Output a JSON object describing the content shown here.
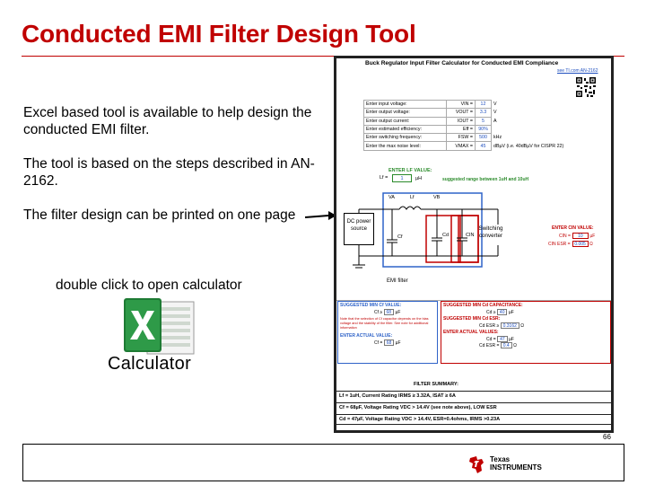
{
  "slide": {
    "title": "Conducted EMI Filter Design Tool",
    "bullets": [
      "Excel based tool is available to help design the conducted EMI filter.",
      "The tool is based on the steps described in AN-2162.",
      "The filter design can be printed on one page"
    ],
    "open_hint": "double click to open calculator",
    "icon_label": "Calculator",
    "page_number": "66",
    "logo_line1": "Texas",
    "logo_line2": "Instruments"
  },
  "calculator": {
    "heading": "Buck Regulator Input Filter Calculator for Conducted EMI Compliance",
    "link": "see TI.com AN-2162",
    "inputs": [
      {
        "label": "Enter input voltage:",
        "symbol": "VIN =",
        "value": "12",
        "unit": "V"
      },
      {
        "label": "Enter output voltage:",
        "symbol": "VOUT =",
        "value": "3.3",
        "unit": "V"
      },
      {
        "label": "Enter output current:",
        "symbol": "IOUT =",
        "value": "5",
        "unit": "A"
      },
      {
        "label": "Enter estimated efficiency:",
        "symbol": "Eff =",
        "value": "90%",
        "unit": ""
      },
      {
        "label": "Enter switching frequency:",
        "symbol": "FSW =",
        "value": "500",
        "unit": "kHz"
      },
      {
        "label": "Enter the max noise level:",
        "symbol": "VMAX =",
        "value": "45",
        "unit": "dBµV (i.e. 40dBµV for CISPR 22)"
      }
    ],
    "enter_lf": "ENTER LF VALUE:",
    "lf_label": "Lf =",
    "lf_value": "1",
    "lf_unit": "µH",
    "lf_range": "suggested range between 1uH and 10uH",
    "node_va": "VA",
    "node_vb": "VB",
    "inductor_label": "Lf",
    "dc_source": "DC power source",
    "cap_cf": "Cf",
    "cap_cd": "Cd",
    "cap_cin": "CIN",
    "switching_converter": "Switching converter",
    "enter_cin": "ENTER CIN VALUE:",
    "cin_label": "CIN =",
    "cin_value": "10",
    "cin_unit": "µF",
    "cin_esr_label": "CIN ESR =",
    "cin_esr_value": "0.005",
    "cin_esr_unit": "Ω",
    "emi_filter": "EMI filter",
    "sug_cf_hdr": "SUGGESTED MIN Cf VALUE:",
    "sug_cf_label": "Cf ≥",
    "sug_cf_value": "68",
    "sug_cf_unit": "µF",
    "cf_note": "Note that the selection of Cf capacitor depends on the bias voltage and the stability of the filter. See note for additional information",
    "enter_actual": "ENTER ACTUAL VALUE:",
    "cf_actual_label": "Cf =",
    "cf_actual_value": "68",
    "cf_actual_unit": "µF",
    "sug_cd_hdr": "SUGGESTED MIN Cd CAPACITANCE:",
    "sug_cd_label": "Cd ≥",
    "sug_cd_value": "40",
    "sug_cd_unit": "µF",
    "sug_esr_hdr": "SUGGESTED MIN Cd ESR:",
    "esr_label": "Cd ESR ≥",
    "esr_value": "0.3162",
    "esr_unit": "Ω",
    "enter_actual_values": "ENTER ACTUAL VALUES:",
    "cd_label": "Cd =",
    "cd_value": "47",
    "cd_unit": "µF",
    "cd_esr_label": "Cd ESR =",
    "cd_esr_value": "0.4",
    "cd_esr_unit": "Ω",
    "summary_title": "FILTER SUMMARY:",
    "summary": [
      "Lf = 1uH, Current Rating IRMS ≥ 3.32A, ISAT ≥ 6A",
      "Cf = 68µF, Voltage Rating VDC > 14.4V (see note above), LOW ESR",
      "Cd = 47µF, Voltage Rating VDC > 14.4V, ESR=0.4ohms, IRMS >0.23A"
    ]
  },
  "colors": {
    "title": "#c00000",
    "label_green": "#2a8a2a",
    "label_red": "#c00000",
    "value_blue": "#1f4fbf",
    "excel_green": "#1e7b34"
  }
}
